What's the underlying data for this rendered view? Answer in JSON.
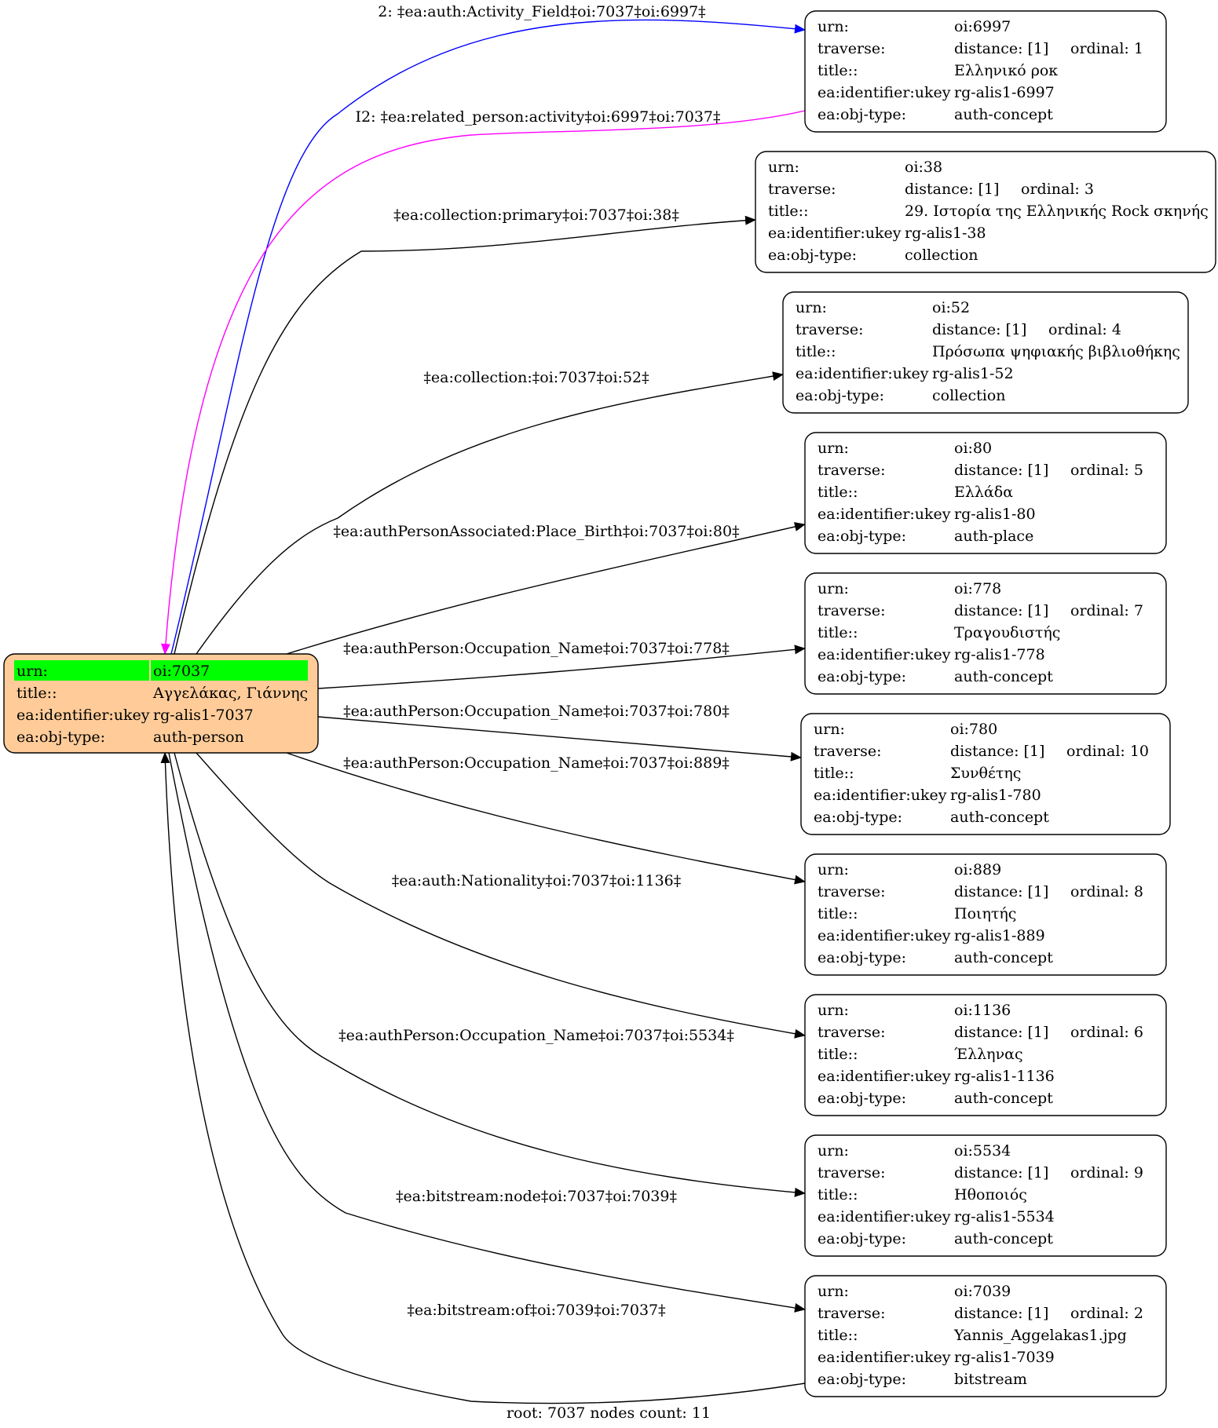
{
  "colors": {
    "background": "#ffffff",
    "root_fill": "#ffcc99",
    "root_highlight": "#00ff00",
    "default_edge": "#000000",
    "activity_field_edge": "#0000ff",
    "related_person_edge": "#ff00ff"
  },
  "root": {
    "rows": [
      [
        "urn:",
        "oi:7037"
      ],
      [
        "title::",
        "Αγγελάκας, Γιάννης"
      ],
      [
        "ea:identifier:ukey",
        "rg-alis1-7037"
      ],
      [
        "ea:obj-type:",
        "auth-person"
      ]
    ]
  },
  "nodes": [
    {
      "id": "n6997",
      "rows": [
        [
          "urn:",
          "oi:6997"
        ],
        [
          "traverse:",
          "distance: [1]",
          "ordinal: 1"
        ],
        [
          "title::",
          "Ελληνικό ροκ"
        ],
        [
          "ea:identifier:ukey",
          "rg-alis1-6997"
        ],
        [
          "ea:obj-type:",
          "auth-concept"
        ]
      ]
    },
    {
      "id": "n38",
      "rows": [
        [
          "urn:",
          "oi:38"
        ],
        [
          "traverse:",
          "distance: [1]",
          "ordinal: 3"
        ],
        [
          "title::",
          "29. Ιστορία της Ελληνικής Rock σκηνής"
        ],
        [
          "ea:identifier:ukey",
          "rg-alis1-38"
        ],
        [
          "ea:obj-type:",
          "collection"
        ]
      ]
    },
    {
      "id": "n52",
      "rows": [
        [
          "urn:",
          "oi:52"
        ],
        [
          "traverse:",
          "distance: [1]",
          "ordinal: 4"
        ],
        [
          "title::",
          "Πρόσωπα ψηφιακής βιβλιοθήκης"
        ],
        [
          "ea:identifier:ukey",
          "rg-alis1-52"
        ],
        [
          "ea:obj-type:",
          "collection"
        ]
      ]
    },
    {
      "id": "n80",
      "rows": [
        [
          "urn:",
          "oi:80"
        ],
        [
          "traverse:",
          "distance: [1]",
          "ordinal: 5"
        ],
        [
          "title::",
          "Ελλάδα"
        ],
        [
          "ea:identifier:ukey",
          "rg-alis1-80"
        ],
        [
          "ea:obj-type:",
          "auth-place"
        ]
      ]
    },
    {
      "id": "n778",
      "rows": [
        [
          "urn:",
          "oi:778"
        ],
        [
          "traverse:",
          "distance: [1]",
          "ordinal: 7"
        ],
        [
          "title::",
          "Τραγουδιστής"
        ],
        [
          "ea:identifier:ukey",
          "rg-alis1-778"
        ],
        [
          "ea:obj-type:",
          "auth-concept"
        ]
      ]
    },
    {
      "id": "n780",
      "rows": [
        [
          "urn:",
          "oi:780"
        ],
        [
          "traverse:",
          "distance: [1]",
          "ordinal: 10"
        ],
        [
          "title::",
          "Συνθέτης"
        ],
        [
          "ea:identifier:ukey",
          "rg-alis1-780"
        ],
        [
          "ea:obj-type:",
          "auth-concept"
        ]
      ]
    },
    {
      "id": "n889",
      "rows": [
        [
          "urn:",
          "oi:889"
        ],
        [
          "traverse:",
          "distance: [1]",
          "ordinal: 8"
        ],
        [
          "title::",
          "Ποιητής"
        ],
        [
          "ea:identifier:ukey",
          "rg-alis1-889"
        ],
        [
          "ea:obj-type:",
          "auth-concept"
        ]
      ]
    },
    {
      "id": "n1136",
      "rows": [
        [
          "urn:",
          "oi:1136"
        ],
        [
          "traverse:",
          "distance: [1]",
          "ordinal: 6"
        ],
        [
          "title::",
          "Έλληνας"
        ],
        [
          "ea:identifier:ukey",
          "rg-alis1-1136"
        ],
        [
          "ea:obj-type:",
          "auth-concept"
        ]
      ]
    },
    {
      "id": "n5534",
      "rows": [
        [
          "urn:",
          "oi:5534"
        ],
        [
          "traverse:",
          "distance: [1]",
          "ordinal: 9"
        ],
        [
          "title::",
          "Ηθοποιός"
        ],
        [
          "ea:identifier:ukey",
          "rg-alis1-5534"
        ],
        [
          "ea:obj-type:",
          "auth-concept"
        ]
      ]
    },
    {
      "id": "n7039",
      "rows": [
        [
          "urn:",
          "oi:7039"
        ],
        [
          "traverse:",
          "distance: [1]",
          "ordinal: 2"
        ],
        [
          "title::",
          "Yannis_Aggelakas1.jpg"
        ],
        [
          "ea:identifier:ukey",
          "rg-alis1-7039"
        ],
        [
          "ea:obj-type:",
          "bitstream"
        ]
      ]
    }
  ],
  "edges": [
    {
      "id": "e1",
      "label": "2: ‡ea:auth:Activity_Field‡oi:7037‡oi:6997‡",
      "color_key": "activity_field_edge"
    },
    {
      "id": "e2",
      "label": "I2: ‡ea:related_person:activity‡oi:6997‡oi:7037‡",
      "color_key": "related_person_edge"
    },
    {
      "id": "e3",
      "label": "‡ea:collection:primary‡oi:7037‡oi:38‡",
      "color_key": "default_edge"
    },
    {
      "id": "e4",
      "label": "‡ea:collection:‡oi:7037‡oi:52‡",
      "color_key": "default_edge"
    },
    {
      "id": "e5",
      "label": "‡ea:authPersonAssociated:Place_Birth‡oi:7037‡oi:80‡",
      "color_key": "default_edge"
    },
    {
      "id": "e6",
      "label": "‡ea:authPerson:Occupation_Name‡oi:7037‡oi:778‡",
      "color_key": "default_edge"
    },
    {
      "id": "e7",
      "label": "‡ea:authPerson:Occupation_Name‡oi:7037‡oi:780‡",
      "color_key": "default_edge"
    },
    {
      "id": "e8",
      "label": "‡ea:authPerson:Occupation_Name‡oi:7037‡oi:889‡",
      "color_key": "default_edge"
    },
    {
      "id": "e9",
      "label": "‡ea:auth:Nationality‡oi:7037‡oi:1136‡",
      "color_key": "default_edge"
    },
    {
      "id": "e10",
      "label": "‡ea:authPerson:Occupation_Name‡oi:7037‡oi:5534‡",
      "color_key": "default_edge"
    },
    {
      "id": "e11",
      "label": "‡ea:bitstream:node‡oi:7037‡oi:7039‡",
      "color_key": "default_edge"
    },
    {
      "id": "e12",
      "label": "‡ea:bitstream:of‡oi:7039‡oi:7037‡",
      "color_key": "default_edge"
    }
  ],
  "footer": "root: 7037 nodes count: 11"
}
